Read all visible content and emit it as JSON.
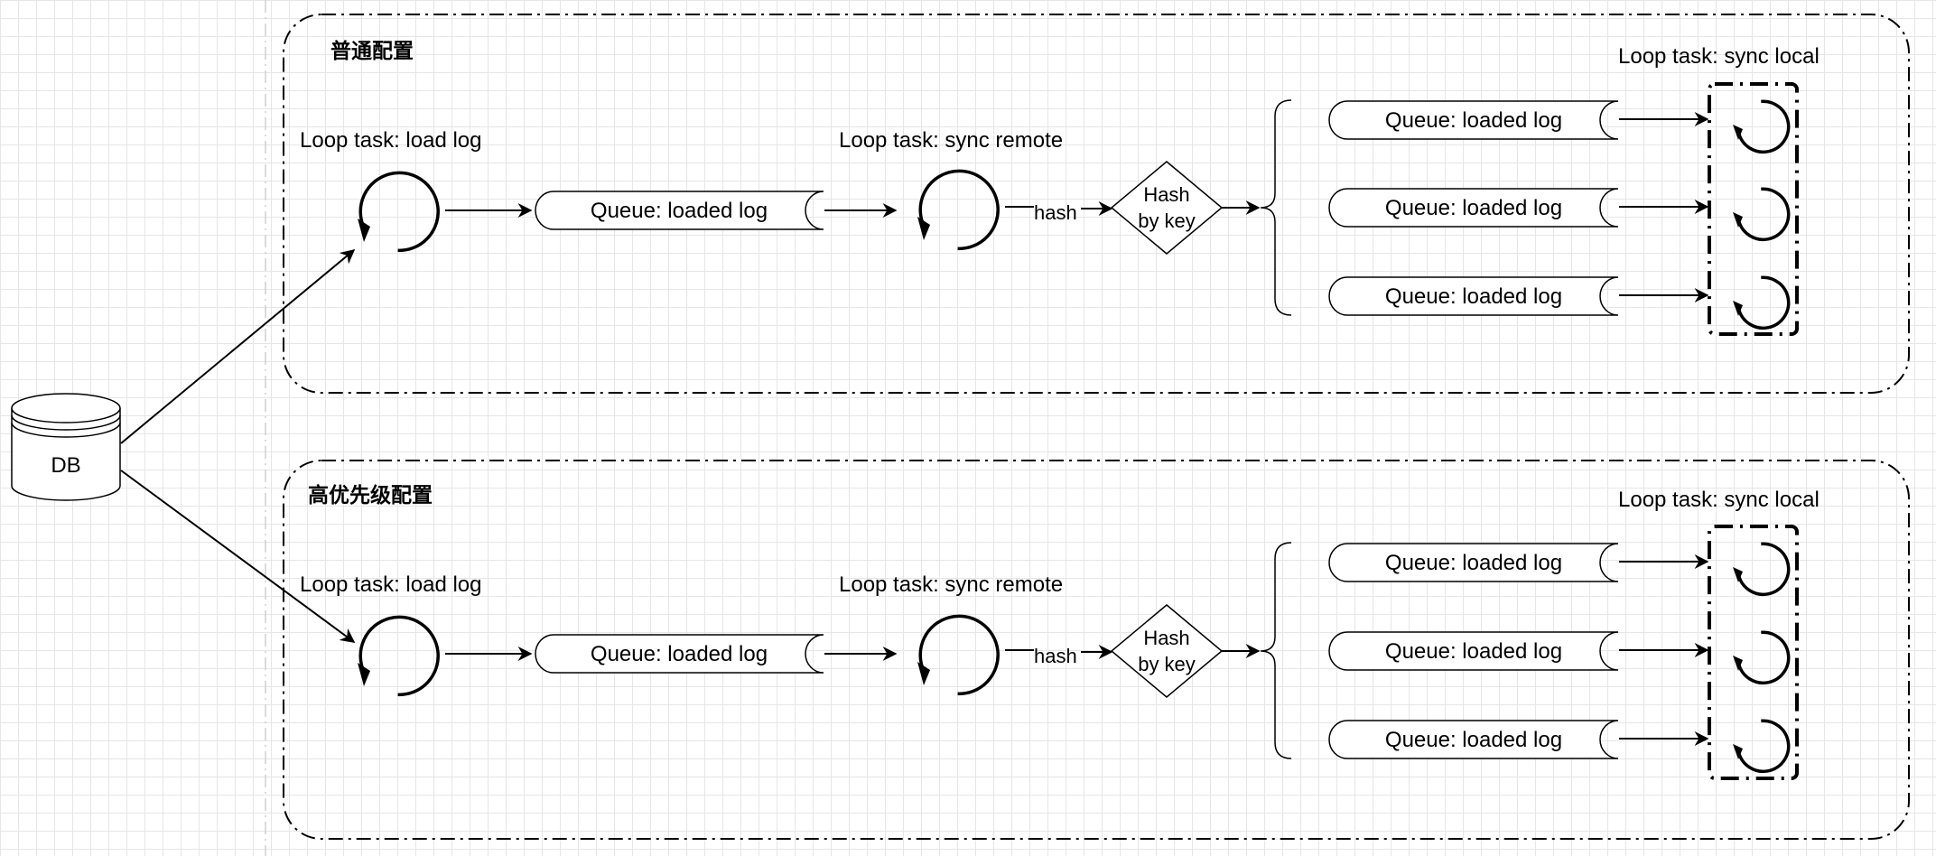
{
  "db_label": "DB",
  "groups": [
    {
      "title": "普通配置",
      "load_task_label": "Loop task: load log",
      "loaded_queue_label": "Queue: loaded log",
      "sync_remote_label": "Loop task: sync remote",
      "hash_edge_label": "hash",
      "hash_node_line1": "Hash",
      "hash_node_line2": "by key",
      "sync_local_label": "Loop task: sync local",
      "local_queues": [
        "Queue: loaded log",
        "Queue: loaded log",
        "Queue: loaded log"
      ]
    },
    {
      "title": "高优先级配置",
      "load_task_label": "Loop task: load log",
      "loaded_queue_label": "Queue: loaded log",
      "sync_remote_label": "Loop task: sync remote",
      "hash_edge_label": "hash",
      "hash_node_line1": "Hash",
      "hash_node_line2": "by key",
      "sync_local_label": "Loop task: sync local",
      "local_queues": [
        "Queue: loaded log",
        "Queue: loaded log",
        "Queue: loaded log"
      ]
    }
  ]
}
